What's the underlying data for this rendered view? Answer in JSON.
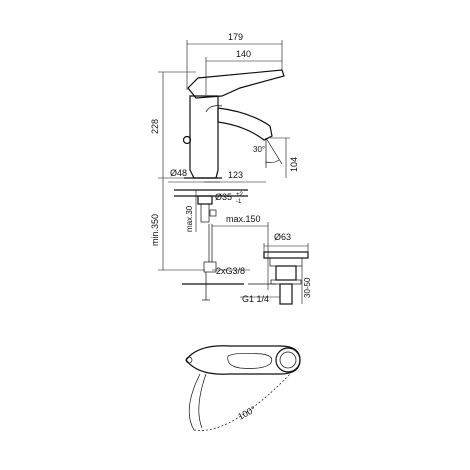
{
  "dimensions": {
    "total_length": "179",
    "spout_length": "140",
    "height": "228",
    "base_diameter": "Ø48",
    "reach": "123",
    "spout_angle": "30°",
    "spout_height": "104",
    "hole_diameter": "Ø35",
    "hole_tolerance_top": "+2",
    "hole_tolerance_bottom": "-1",
    "max_thickness": "max.30",
    "min_hose_length": "min.350",
    "max_offset": "max.150",
    "connection": "2xG3/8",
    "waste_diameter": "Ø63",
    "waste_thread": "G1 1/4",
    "waste_height": "30-50",
    "lever_rotation": "100°"
  }
}
